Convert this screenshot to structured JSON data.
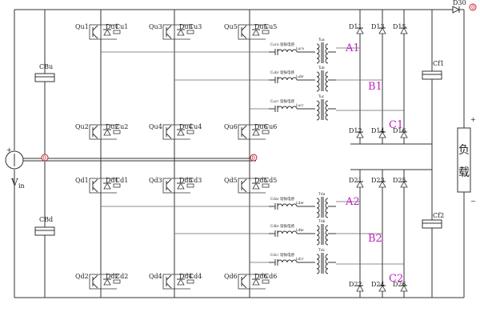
{
  "source": {
    "label": "V",
    "sub": "in",
    "plus": "+"
  },
  "bus_caps": {
    "upper": "CBu",
    "lower": "CBd"
  },
  "midpoint_marker": "0",
  "switches_upper": [
    {
      "q": "Qu1",
      "d": "Du1",
      "c": "Cu1"
    },
    {
      "q": "Qu3",
      "d": "Du3",
      "c": "Cu3"
    },
    {
      "q": "Qu5",
      "d": "Du5",
      "c": "Cu5"
    },
    {
      "q": "Qu2",
      "d": "Du2",
      "c": "Cu2"
    },
    {
      "q": "Qu4",
      "d": "Du4",
      "c": "Cu4"
    },
    {
      "q": "Qu6",
      "d": "Du6",
      "c": "Cu6"
    }
  ],
  "switches_lower": [
    {
      "q": "Qd1",
      "d": "Dd1",
      "c": "Cd1"
    },
    {
      "q": "Qd3",
      "d": "Dd3",
      "c": "Cd3"
    },
    {
      "q": "Qd5",
      "d": "Dd5",
      "c": "Cd5"
    },
    {
      "q": "Qd2",
      "d": "Dd2",
      "c": "Cd2"
    },
    {
      "q": "Qd4",
      "d": "Dd4",
      "c": "Cd4"
    },
    {
      "q": "Qd6",
      "d": "Dd6",
      "c": "Cd6"
    }
  ],
  "resonant_upper": [
    {
      "c": "Cura",
      "l": "Lura",
      "note": "谐振电感"
    },
    {
      "c": "Cubr",
      "l": "Lubr",
      "note": "谐振电感"
    },
    {
      "c": "Cucr",
      "l": "Lucr",
      "note": "谐振电感"
    }
  ],
  "resonant_lower": [
    {
      "c": "Cdar",
      "l": "Ldar",
      "note": "谐振电感"
    },
    {
      "c": "Cdbr",
      "l": "Ldbr",
      "note": "谐振电感"
    },
    {
      "c": "Cdcr",
      "l": "Ldcr",
      "note": "谐振电感"
    }
  ],
  "transformers_upper": [
    "Tua",
    "Tub",
    "Tuc"
  ],
  "transformers_lower": [
    "Tda",
    "Tdb",
    "Tdc"
  ],
  "nodes_upper": [
    "A1",
    "B1",
    "C1"
  ],
  "nodes_lower": [
    "A2",
    "B2",
    "C2"
  ],
  "diodes_upper": [
    "D11",
    "D13",
    "D15",
    "D12",
    "D14",
    "D16"
  ],
  "diodes_lower": [
    "D21",
    "D23",
    "D25",
    "D22",
    "D24",
    "D26"
  ],
  "filter_caps": [
    "Cf1",
    "Cf2"
  ],
  "output_diode": "D30",
  "load": {
    "line1": "负",
    "line2": "载",
    "plus": "+",
    "minus": "−"
  }
}
